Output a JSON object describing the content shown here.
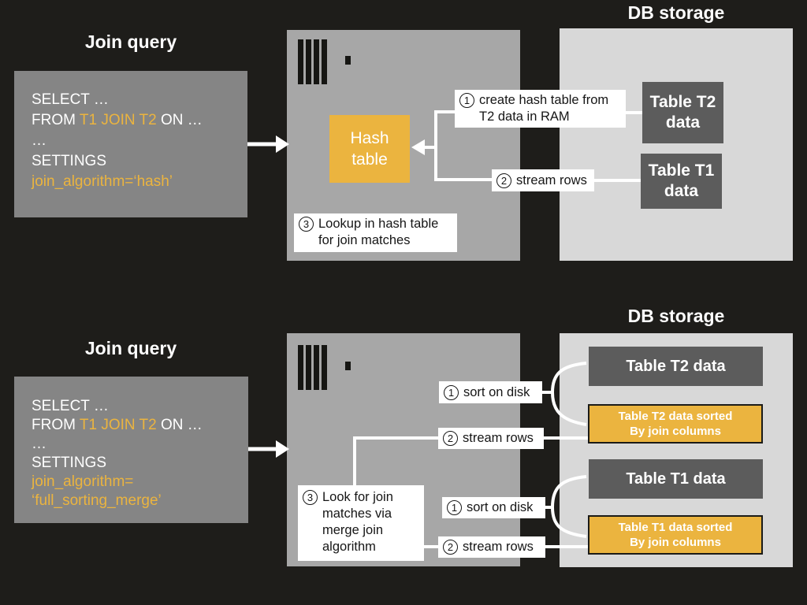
{
  "colors": {
    "background": "#1e1d1a",
    "query_box_gray": "#858585",
    "server_box_gray": "#a7a7a7",
    "db_box_gray": "#d8d8d8",
    "table_dark_gray": "#5c5c5c",
    "accent_orange": "#ebb43f",
    "line_white": "#ffffff"
  },
  "icons": {
    "server_logo_icon": "clickhouse-vertical-bars-with-dot"
  },
  "hash_join": {
    "query_title": "Join query",
    "sql": {
      "select": "SELECT …",
      "from_kw": "FROM ",
      "from_tables": "T1 JOIN T2",
      "from_on": " ON …",
      "ellipsis": "…",
      "settings_kw": "SETTINGS",
      "setting_value": "join_algorithm=‘hash’"
    },
    "server": {
      "hash_table_label": "Hash table"
    },
    "db": {
      "title": "DB storage",
      "table_t2": "Table T2 data",
      "table_t1": "Table T1 data"
    },
    "steps": {
      "s1": {
        "num": "1",
        "text": "create hash table from T2 data in RAM"
      },
      "s2": {
        "num": "2",
        "text": "stream rows"
      },
      "s3": {
        "num": "3",
        "text": "Lookup in hash table for join matches"
      }
    }
  },
  "merge_join": {
    "query_title": "Join query",
    "sql": {
      "select": "SELECT …",
      "from_kw": "FROM ",
      "from_tables": "T1 JOIN T2",
      "from_on": " ON …",
      "ellipsis": "…",
      "settings_kw": "SETTINGS",
      "setting_value_l1": "join_algorithm=",
      "setting_value_l2": "‘full_sorting_merge’"
    },
    "db": {
      "title": "DB storage",
      "table_t2": "Table T2 data",
      "table_t2_sorted": {
        "l1": "Table T2 data sorted",
        "l2": "By join columns"
      },
      "table_t1": "Table T1 data",
      "table_t1_sorted": {
        "l1": "Table T1 data sorted",
        "l2": "By join columns"
      }
    },
    "steps": {
      "sort_t2": {
        "num": "1",
        "text": "sort on disk"
      },
      "stream_t2": {
        "num": "2",
        "text": "stream rows"
      },
      "s3": {
        "num": "3",
        "text": "Look for join matches via merge join algorithm"
      },
      "sort_t1": {
        "num": "1",
        "text": "sort on disk"
      },
      "stream_t1": {
        "num": "2",
        "text": "stream rows"
      }
    }
  }
}
